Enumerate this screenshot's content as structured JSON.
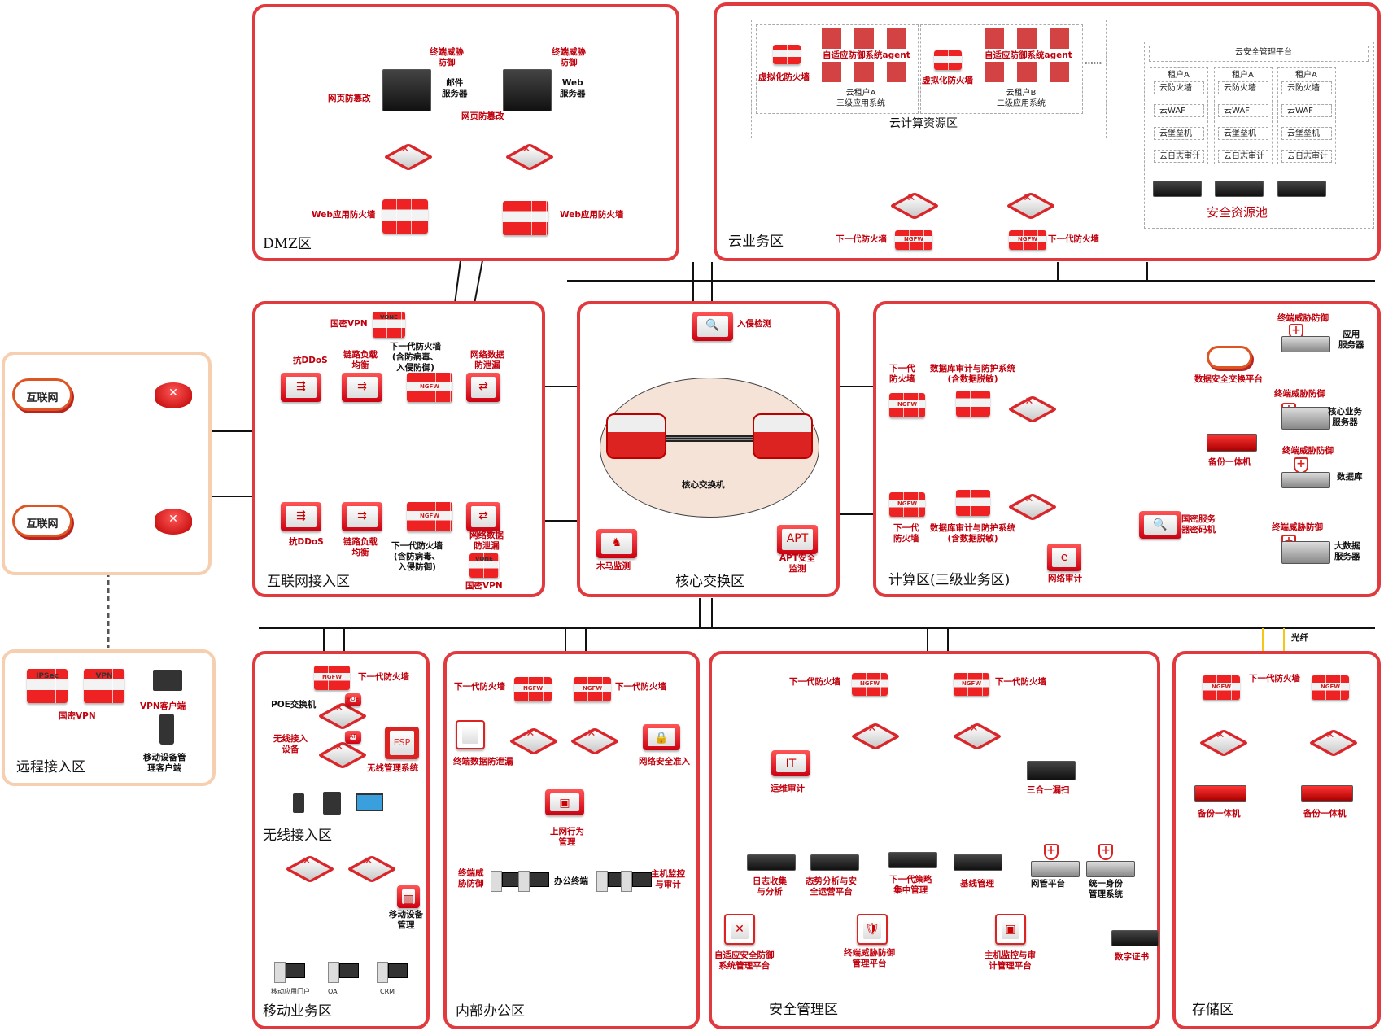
{
  "zones": {
    "dmz": "DMZ区",
    "cloud": "云业务区",
    "internet_access": "互联网接入区",
    "core": "核心交换区",
    "compute": "计算区(三级业务区)",
    "remote": "远程接入区",
    "wireless": "无线接入区",
    "mobile": "移动业务区",
    "office": "内部办公区",
    "secmgmt": "安全管理区",
    "storage": "存储区"
  },
  "dmz": {
    "edr_1": "终端威胁\n防御",
    "edr_2": "终端威胁\n防御",
    "mail_server": "邮件\n服务器",
    "web_server": "Web\n服务器",
    "tamper_1": "网页防篡改",
    "tamper_2": "网页防篡改",
    "waf_1": "Web应用防火墙",
    "waf_2": "Web应用防火墙"
  },
  "cloud": {
    "virt_fw_1": "虚拟化防火墙",
    "virt_fw_2": "虚拟化防火墙",
    "agent_1": "自适应防御系统agent",
    "agent_2": "自适应防御系统agent",
    "tenant_a": "云租户A\n三级应用系统",
    "tenant_b": "云租户B\n二级应用系统",
    "ellipsis": "⋯⋯",
    "resource_zone": "云计算资源区",
    "mgmt_platform": "云安全管理平台",
    "tenant_cols": [
      {
        "name": "租户A",
        "items": [
          "云防火墙",
          "云WAF",
          "云堡垒机",
          "云日志审计"
        ]
      },
      {
        "name": "租户A",
        "items": [
          "云防火墙",
          "云WAF",
          "云堡垒机",
          "云日志审计"
        ]
      },
      {
        "name": "租户A",
        "items": [
          "云防火墙",
          "云WAF",
          "云堡垒机",
          "云日志审计"
        ]
      }
    ],
    "pool": "安全资源池",
    "ngfw_1": "下一代防火墙",
    "ngfw_2": "下一代防火墙"
  },
  "internet": {
    "cloud_1": "互联网",
    "cloud_2": "互联网"
  },
  "access": {
    "vpn_top": "国密VPN",
    "ngfw_top": "下一代防火墙\n(含防病毒、\n入侵防御)",
    "ddos_top": "抗DDoS",
    "lb_top": "链路负载\n均衡",
    "dlp_top": "网络数据\n防泄漏",
    "ddos_bot": "抗DDoS",
    "lb_bot": "链路负载\n均衡",
    "ngfw_bot": "下一代防火墙\n(含防病毒、\n入侵防御)",
    "dlp_bot": "网络数据\n防泄漏",
    "vpn_bot": "国密VPN",
    "ngfw_badge": "NGFW",
    "vpn_badge": "VONE"
  },
  "core": {
    "ids": "入侵检测",
    "core_switch": "核心交换机",
    "trojan": "木马监测",
    "apt": "APT安全\n监测"
  },
  "compute": {
    "ngfw_top": "下一代\n防火墙",
    "db_top": "数据库审计与防护系统\n(含数据脱敏)",
    "ngfw_bot": "下一代\n防火墙",
    "db_bot": "数据库审计与防护系统\n(含数据脱敏)",
    "net_audit": "网络审计",
    "edr_app": "终端威胁防御",
    "app_server": "应用\n服务器",
    "data_exchange": "数据安全交换平台",
    "edr_core": "终端威胁防御",
    "core_server": "核心业务\n服务器",
    "backup": "备份一体机",
    "edr_db": "终端威胁防御",
    "database": "数据库",
    "crypto": "国密服务\n器密码机",
    "edr_bigdata": "终端威胁防御",
    "bigdata": "大数据\n服务器"
  },
  "remote": {
    "ipsec": "IPSec",
    "vpn": "VPN",
    "gm_vpn": "国密VPN",
    "vpn_client": "VPN客户端",
    "mdm_client": "移动设备管\n理客户端"
  },
  "wireless": {
    "ngfw": "下一代防火墙",
    "poe": "POE交换机",
    "poe_badge": "POE",
    "ap": "无线接入\n设备",
    "ap_badge": "AP",
    "esp": "无线管理系统",
    "esp_badge": "ESP"
  },
  "mobile": {
    "mdm": "移动设备\n管理",
    "app_portal": "移动应用门户",
    "oa": "OA",
    "crm": "CRM"
  },
  "office": {
    "ngfw_1": "下一代防火墙",
    "ngfw_2": "下一代防火墙",
    "edlp": "终端数据防泄漏",
    "nac": "网络安全准入",
    "behavior": "上网行为\n管理",
    "edr": "终端威\n胁防御",
    "terminals": "办公终端",
    "host_audit": "主机监控\n与审计"
  },
  "secmgmt": {
    "ngfw_1": "下一代防火墙",
    "ngfw_2": "下一代防火墙",
    "ops_audit": "运维审计",
    "vuln_scan": "三合一漏扫",
    "log": "日志收集\n与分析",
    "situation": "态势分析与安\n全运营平台",
    "policy": "下一代策略\n集中管理",
    "baseline": "基线管理",
    "nms": "网管平台",
    "iam": "统一身份\n管理系统",
    "adaptive": "自适应安全防御\n系统管理平台",
    "edr_mgmt": "终端威胁防御\n管理平台",
    "host_mgmt": "主机监控与审\n计管理平台",
    "ca": "数字证书"
  },
  "storage": {
    "fiber": "光纤",
    "ngfw": "下一代防火墙",
    "backup_1": "备份一体机",
    "backup_2": "备份一体机"
  },
  "colors": {
    "zone_border": "#e03a3e",
    "remote_border": "#f5cfb0",
    "label_red": "#c0000c",
    "fiber": "#f5c518"
  }
}
